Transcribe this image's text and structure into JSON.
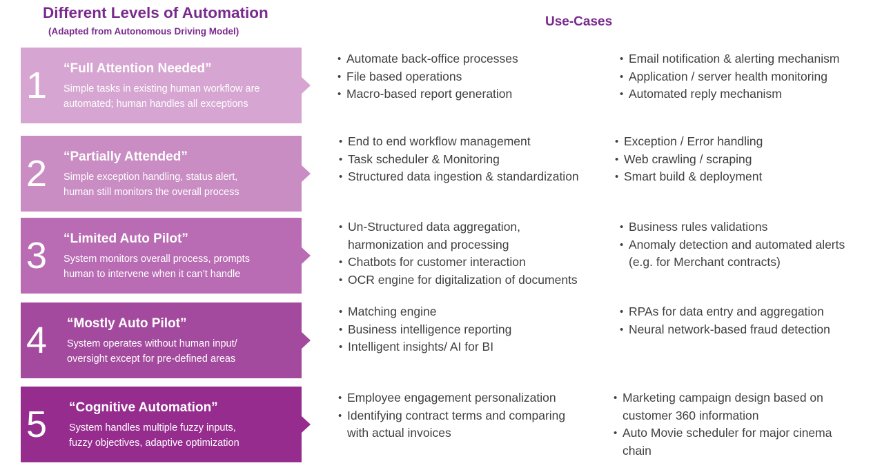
{
  "title": "Different Levels of Automation",
  "subtitle": "(Adapted from Autonomous Driving Model)",
  "usecases_title": "Use-Cases",
  "levels": [
    {
      "number": "1",
      "name": "“Full Attention Needed”",
      "desc1": "Simple tasks in existing human workflow are",
      "desc2": "automated; human handles all exceptions",
      "color": "#d6a5d1",
      "usecases_left": [
        "Automate back-office processes",
        "File based operations",
        "Macro-based report generation"
      ],
      "usecases_right": [
        "Email notification & alerting mechanism",
        "Application / server health monitoring",
        "Automated reply mechanism"
      ]
    },
    {
      "number": "2",
      "name": "“Partially Attended”",
      "desc1": "Simple exception handling, status alert,",
      "desc2": "human still monitors the overall process",
      "color": "#c98cc3",
      "usecases_left": [
        "End to end workflow management",
        "Task scheduler & Monitoring",
        "Structured data ingestion & standardization"
      ],
      "usecases_right": [
        "Exception / Error handling",
        "Web crawling / scraping",
        "Smart build & deployment"
      ]
    },
    {
      "number": "3",
      "name": "“Limited Auto Pilot”",
      "desc1": "System monitors overall process, prompts",
      "desc2": "human to intervene when it can’t handle",
      "color": "#b96bb3",
      "usecases_left": [
        "Un-Structured data aggregation,",
        "harmonization and processing",
        "Chatbots for customer interaction",
        "OCR engine for digitalization of documents"
      ],
      "usecases_right": [
        "Business rules validations",
        "Anomaly detection and automated alerts",
        "(e.g. for Merchant contracts)"
      ]
    },
    {
      "number": "4",
      "name": "“Mostly Auto Pilot”",
      "desc1": "System operates without human input/",
      "desc2": "oversight except for pre-defined areas",
      "color": "#a44a9e",
      "usecases_left": [
        "Matching engine",
        "Business intelligence reporting",
        "Intelligent insights/ AI for BI"
      ],
      "usecases_right": [
        "RPAs for data entry and aggregation",
        "Neural network-based fraud detection"
      ]
    },
    {
      "number": "5",
      "name": "“Cognitive Automation”",
      "desc1": "System handles multiple fuzzy inputs,",
      "desc2": "fuzzy objectives, adaptive optimization",
      "color": "#962c8e",
      "usecases_left": [
        "Employee engagement personalization",
        "Identifying contract terms and comparing",
        "with actual invoices"
      ],
      "usecases_right": [
        "Marketing campaign design based on",
        "customer 360 information",
        "Auto Movie scheduler for major cinema",
        "chain"
      ]
    }
  ]
}
